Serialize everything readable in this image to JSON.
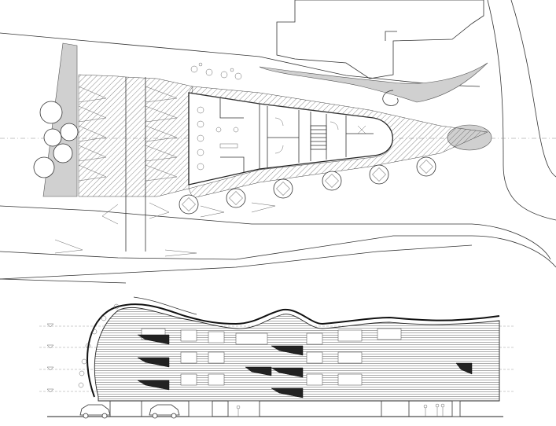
{
  "drawing": {
    "sheets": [
      {
        "id": "site-plan"
      },
      {
        "id": "front-elevation"
      }
    ],
    "colors": {
      "line": "#333333",
      "hatch": "#555555",
      "fill": "#d0d0d0",
      "dark": "#222222",
      "background": "#ffffff"
    },
    "elevation": {
      "levels": 4
    }
  }
}
